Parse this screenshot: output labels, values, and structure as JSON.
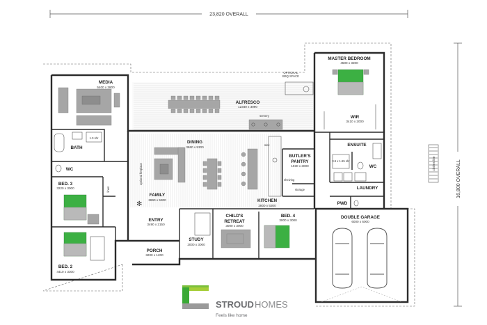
{
  "overall": {
    "width_label": "23,820 OVERALL",
    "depth_label": "16,800 OVERALL"
  },
  "rooms": {
    "media": {
      "name": "MEDIA",
      "dim": "5400 x 3800"
    },
    "alfresco": {
      "name": "ALFRESCO",
      "dim": "12340 x 3090"
    },
    "optional_bbq": {
      "name": "OPTIONAL",
      "name2": "BBQ SPACE"
    },
    "master": {
      "name": "MASTER BEDROOM",
      "dim": "4500 x 3200"
    },
    "wir": {
      "name": "WIR",
      "dim": "3410 x 2000"
    },
    "bath": {
      "name": "BATH"
    },
    "wc1": {
      "name": "WC"
    },
    "dining": {
      "name": "DINING",
      "dim": "3860 x 5300"
    },
    "butlers": {
      "name": "BUTLER'S",
      "name2": "PANTRY",
      "dim": "1930 x 3000"
    },
    "ensuite": {
      "name": "ENSUITE"
    },
    "wc2": {
      "name": "WC"
    },
    "bed3": {
      "name": "BED. 3",
      "dim": "3220 x 3000"
    },
    "laundry": {
      "name": "LAUNDRY"
    },
    "family": {
      "name": "FAMILY",
      "dim": "3860 x 5300"
    },
    "kitchen": {
      "name": "KITCHEN",
      "dim": "2800 x 5300"
    },
    "pwd": {
      "name": "PWD"
    },
    "entry": {
      "name": "ENTRY",
      "dim": "3490 x 2150"
    },
    "childs": {
      "name": "CHILD'S",
      "name2": "RETREAT",
      "dim": "3000 x 3000"
    },
    "bed4": {
      "name": "BED. 4",
      "dim": "3000 x 3000"
    },
    "garage": {
      "name": "DOUBLE GARAGE",
      "dim": "6000 x 6000"
    },
    "study": {
      "name": "STUDY",
      "dim": "2000 x 3000"
    },
    "porch": {
      "name": "PORCH",
      "dim": "3200 x 1200"
    },
    "bed2": {
      "name": "BED. 2",
      "dim": "4410 x 3300"
    }
  },
  "fixtures": {
    "servery": "servery",
    "sink": "sink",
    "shelving": "shelving",
    "storage": "storage",
    "linen": "linen",
    "optional_fireplace": "optional fireplace",
    "clothes_line": "clothes line",
    "linen_chute": "1.0 shr",
    "ensuite_shower": "0.9 x 1.65 shr"
  },
  "brand": {
    "name_bold": "STROUD",
    "name_light": "HOMES",
    "tagline": "Feels like home",
    "colors": {
      "green_light": "#a6ce39",
      "green_dark": "#3aa935",
      "gray": "#9a9a9a",
      "bed": "#3cb043"
    },
    "logo_icon": "stroud-logo-icon"
  }
}
